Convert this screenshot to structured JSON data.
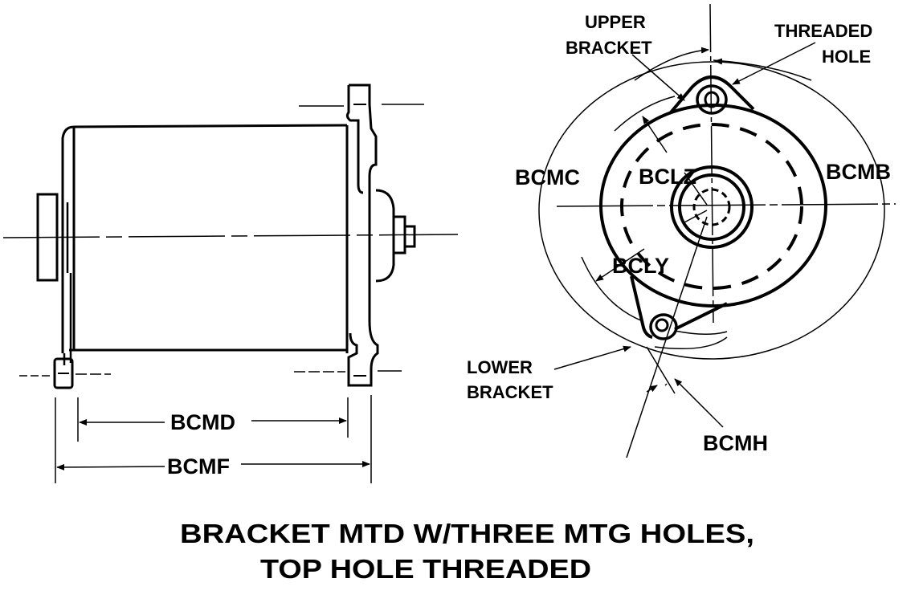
{
  "diagram": {
    "title_line1": "BRACKET MTD W/THREE MTG HOLES,",
    "title_line2": "TOP HOLE THREADED",
    "side_view": {
      "dimensions": {
        "bcmd": "BCMD",
        "bcmf": "BCMF"
      }
    },
    "end_view": {
      "callouts": {
        "upper_bracket_1": "UPPER",
        "upper_bracket_2": "BRACKET",
        "threaded_hole_1": "THREADED",
        "threaded_hole_2": "HOLE",
        "lower_bracket_1": "LOWER",
        "lower_bracket_2": "BRACKET"
      },
      "dimensions": {
        "bcmc": "BCMC",
        "bcmb": "BCMB",
        "bclz": "BCLZ",
        "bcly": "BCLY",
        "bcmh": "BCMH"
      }
    },
    "colors": {
      "ink": "#000000",
      "paper": "#ffffff"
    }
  }
}
